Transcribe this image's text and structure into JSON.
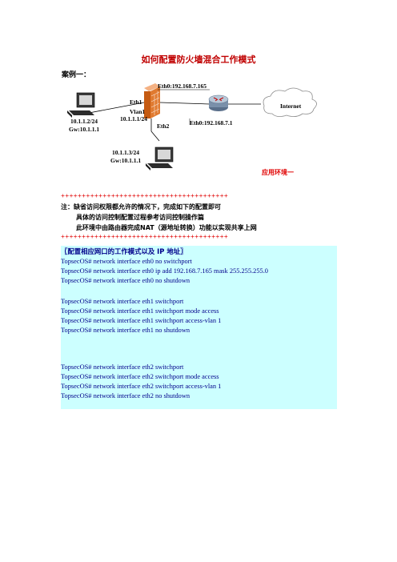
{
  "title": "如何配置防火墙混合工作模式",
  "case_label": "案例一：",
  "diagram": {
    "pc_left": {
      "ip": "10.1.1.2/24",
      "gw": "Gw:10.1.1.1"
    },
    "pc_bottom": {
      "ip": "10.1.1.3/24",
      "gw": "Gw:10.1.1.1"
    },
    "firewall": {
      "eth0": "Eth0:192.168.7.165",
      "eth1": "Eth1",
      "vlan": "Vlan1",
      "vlan_ip": "10.1.1.1/24",
      "eth2": "Eth2"
    },
    "router": {
      "eth0": "Eth0:192.168.7.1"
    },
    "cloud": "Internet"
  },
  "env_label": "应用环境一",
  "plus_row": "++++++++++++++++++++++++++++++++++++++++",
  "notes": [
    "注：缺省访问权限都允许的情况下，完成如下的配置即可",
    "具体的访问控制配置过程参考访问控制操作篇",
    "此环境中由路由器完成NAT（源地址转换）功能以实现共享上网"
  ],
  "config": {
    "heading": "〖配置相应网口的工作模式以及 IP 地址〗",
    "lines": [
      "TopsecOS# network interface eth0 no switchport",
      "TopsecOS# network interface eth0 ip add 192.168.7.165 mask 255.255.255.0",
      "TopsecOS# network interface eth0 no shutdown",
      "TopsecOS# network interface eth1 switchport",
      "TopsecOS# network interface eth1 switchport mode access",
      "TopsecOS# network interface eth1 switchport access-vlan 1",
      "TopsecOS# network interface eth1 no shutdown",
      "TopsecOS# network interface eth2 switchport",
      "TopsecOS# network interface eth2 switchport mode access",
      "TopsecOS# network interface eth2 switchport access-vlan 1",
      "TopsecOS# network interface eth2 no shutdown"
    ]
  }
}
